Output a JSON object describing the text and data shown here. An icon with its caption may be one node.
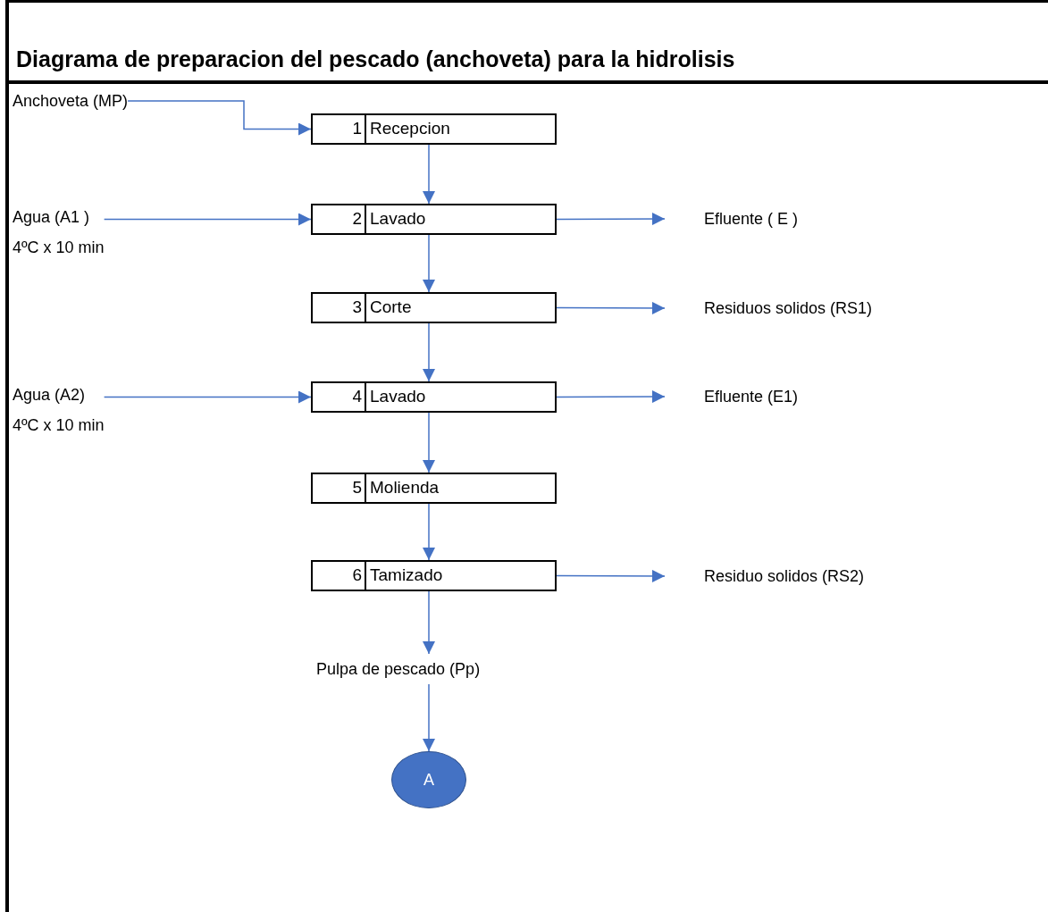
{
  "diagram": {
    "title": "Diagrama de preparacion del pescado (anchoveta) para la hidrolisis",
    "nodes": [
      {
        "text": [
          "Anchoveta (MP)"
        ]
      },
      {
        "text": [
          "1",
          "Recepcion"
        ]
      },
      {
        "text": [
          "Agua (A1 )",
          "4ºC x 10 min"
        ]
      },
      {
        "text": [
          "2",
          "Lavado"
        ]
      },
      {
        "text": [
          "Efluente ( E )"
        ]
      },
      {
        "text": [
          "3",
          "Corte"
        ]
      },
      {
        "text": [
          "Residuos solidos (RS1)"
        ]
      },
      {
        "text": [
          "Agua (A2)",
          "4ºC x 10 min"
        ]
      },
      {
        "text": [
          "4",
          "Lavado"
        ]
      },
      {
        "text": [
          "Efluente (E1)"
        ]
      },
      {
        "text": [
          "5",
          "Molienda"
        ]
      },
      {
        "text": [
          "6",
          "Tamizado"
        ]
      },
      {
        "text": [
          "Residuo solidos (RS2)"
        ]
      },
      {
        "text": [
          "Pulpa de pescado (Pp)"
        ]
      },
      {
        "text": [
          "A"
        ]
      }
    ],
    "edges": [
      {
        "from": 0,
        "to": 1,
        "arrow": "to"
      },
      {
        "from": 1,
        "to": 3,
        "arrow": "to"
      },
      {
        "from": 2,
        "to": 3,
        "arrow": "to"
      },
      {
        "from": 3,
        "to": 4,
        "arrow": "to"
      },
      {
        "from": 3,
        "to": 5,
        "arrow": "to"
      },
      {
        "from": 5,
        "to": 6,
        "arrow": "to"
      },
      {
        "from": 5,
        "to": 8,
        "arrow": "to"
      },
      {
        "from": 7,
        "to": 8,
        "arrow": "to"
      },
      {
        "from": 8,
        "to": 9,
        "arrow": "to"
      },
      {
        "from": 8,
        "to": 10,
        "arrow": "to"
      },
      {
        "from": 10,
        "to": 11,
        "arrow": "to"
      },
      {
        "from": 11,
        "to": 12,
        "arrow": "to"
      },
      {
        "from": 11,
        "to": 13,
        "arrow": "to"
      },
      {
        "from": 13,
        "to": 14,
        "arrow": "to"
      }
    ]
  }
}
